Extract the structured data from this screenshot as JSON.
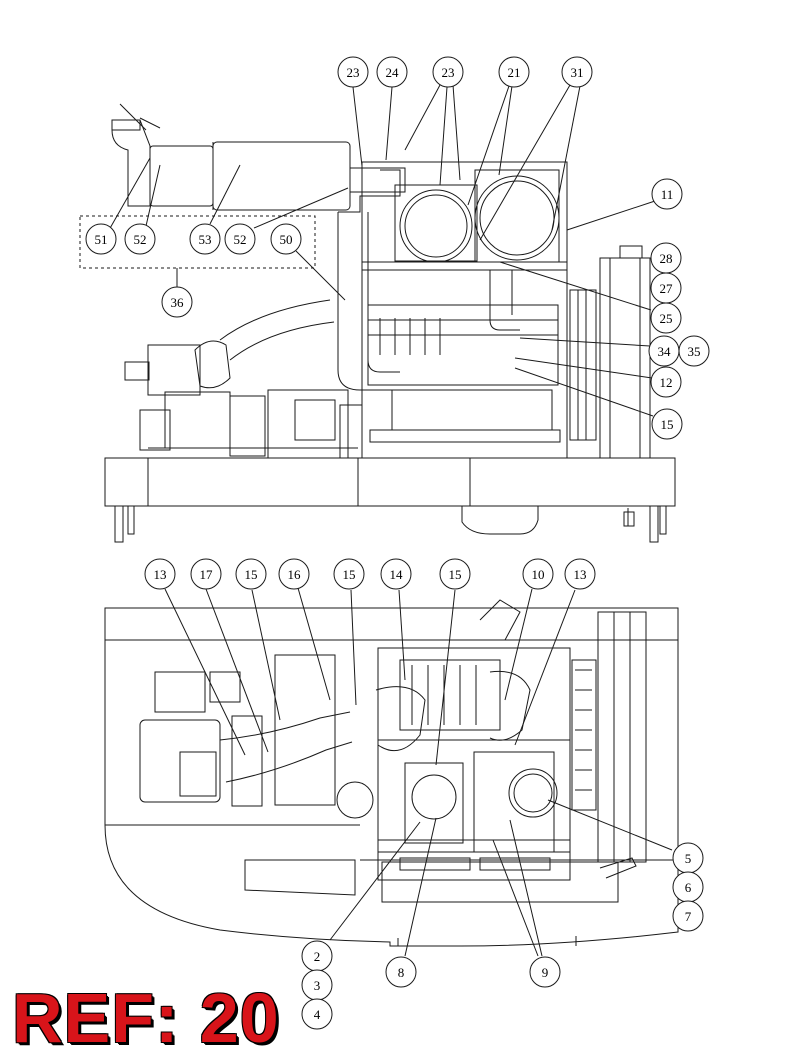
{
  "reference": {
    "label": "REF: 20",
    "color": "#d8141a"
  },
  "drawing": {
    "line_color": "#1a1a1a"
  },
  "callouts": [
    {
      "id": "c-23a",
      "label": "23"
    },
    {
      "id": "c-24",
      "label": "24"
    },
    {
      "id": "c-23b",
      "label": "23"
    },
    {
      "id": "c-21",
      "label": "21"
    },
    {
      "id": "c-31",
      "label": "31"
    },
    {
      "id": "c-11",
      "label": "11"
    },
    {
      "id": "c-51",
      "label": "51"
    },
    {
      "id": "c-52a",
      "label": "52"
    },
    {
      "id": "c-53",
      "label": "53"
    },
    {
      "id": "c-52b",
      "label": "52"
    },
    {
      "id": "c-50",
      "label": "50"
    },
    {
      "id": "c-36",
      "label": "36"
    },
    {
      "id": "c-28",
      "label": "28"
    },
    {
      "id": "c-27",
      "label": "27"
    },
    {
      "id": "c-25",
      "label": "25"
    },
    {
      "id": "c-34",
      "label": "34"
    },
    {
      "id": "c-35",
      "label": "35"
    },
    {
      "id": "c-12",
      "label": "12"
    },
    {
      "id": "c-15a",
      "label": "15"
    },
    {
      "id": "c-13a",
      "label": "13"
    },
    {
      "id": "c-17",
      "label": "17"
    },
    {
      "id": "c-15b",
      "label": "15"
    },
    {
      "id": "c-16",
      "label": "16"
    },
    {
      "id": "c-15c",
      "label": "15"
    },
    {
      "id": "c-14",
      "label": "14"
    },
    {
      "id": "c-15d",
      "label": "15"
    },
    {
      "id": "c-10",
      "label": "10"
    },
    {
      "id": "c-13b",
      "label": "13"
    },
    {
      "id": "c-5",
      "label": "5"
    },
    {
      "id": "c-6",
      "label": "6"
    },
    {
      "id": "c-7",
      "label": "7"
    },
    {
      "id": "c-2",
      "label": "2"
    },
    {
      "id": "c-3",
      "label": "3"
    },
    {
      "id": "c-4",
      "label": "4"
    },
    {
      "id": "c-8",
      "label": "8"
    },
    {
      "id": "c-9",
      "label": "9"
    }
  ]
}
